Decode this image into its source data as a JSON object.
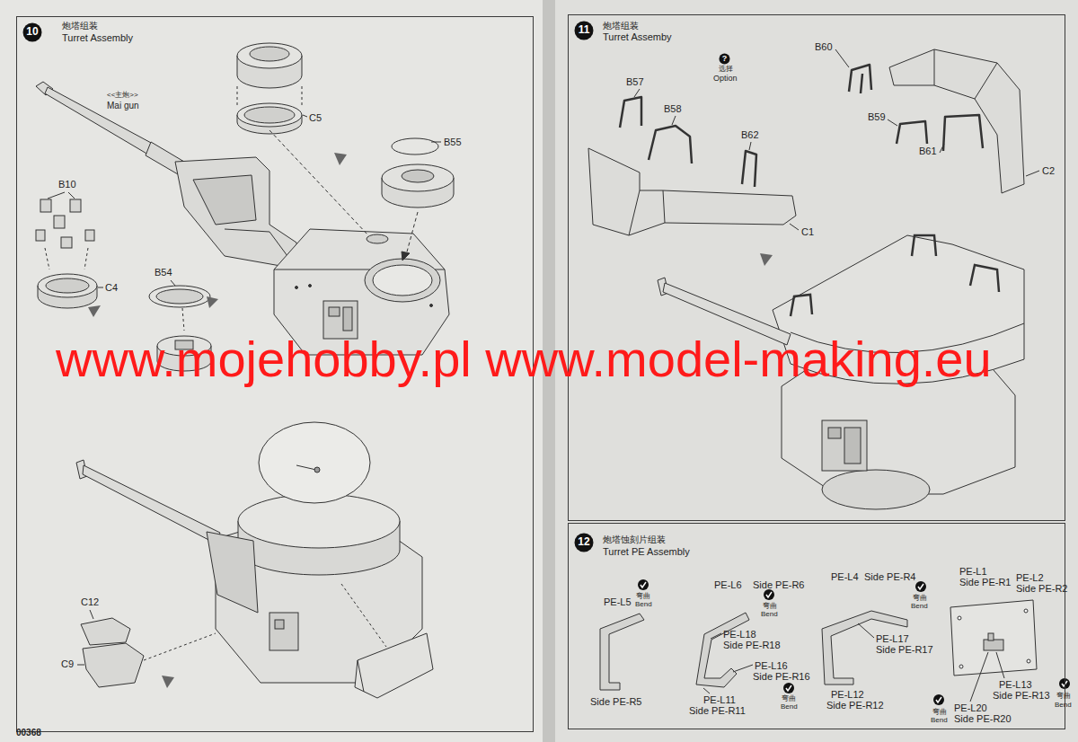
{
  "diagram": {
    "nodes": [
      {
        "text": [
          "炮塔组装",
          "Turret Assembly"
        ]
      },
      {
        "text": [
          "10"
        ],
        "in": 0
      },
      {
        "text": [
          "炮塔组装",
          "Turret Assemby"
        ]
      },
      {
        "text": [
          "11"
        ],
        "in": 2
      },
      {
        "text": [
          "?"
        ],
        "in": 2
      },
      {
        "text": [
          "炮塔蚀刻片组装",
          "Turret PE Assembly"
        ]
      },
      {
        "text": [
          "12"
        ],
        "in": 5
      }
    ],
    "labels": [
      "<<主炮>>",
      "Mai gun",
      "C5",
      "B55",
      "B10",
      "C4",
      "B54",
      "C12",
      "C9",
      "00368",
      "选择",
      "Option",
      "B57",
      "B58",
      "B62",
      "C1",
      "B60",
      "B59",
      "B61",
      "C2",
      "PE-L5",
      "弯曲",
      "Bend",
      "Side PE-R5",
      "PE-L6",
      "Side PE-R6",
      "弯曲",
      "Bend",
      "PE-L18",
      "Side PE-R18",
      "PE-L16",
      "Side PE-R16",
      "弯曲",
      "Bend",
      "PE-L11",
      "Side PE-R11",
      "PE-L4",
      "Side PE-R4",
      "弯曲",
      "Bend",
      "PE-L17",
      "Side PE-R17",
      "PE-L12",
      "Side PE-R12",
      "PE-L1",
      "Side PE-R1",
      "PE-L2",
      "Side PE-R2",
      "PE-L13",
      "Side PE-R13",
      "弯曲",
      "Bend",
      "PE-L20",
      "Side PE-R20",
      "弯曲",
      "Bend",
      "www.mojehobby.pl www.model-making.eu"
    ]
  }
}
